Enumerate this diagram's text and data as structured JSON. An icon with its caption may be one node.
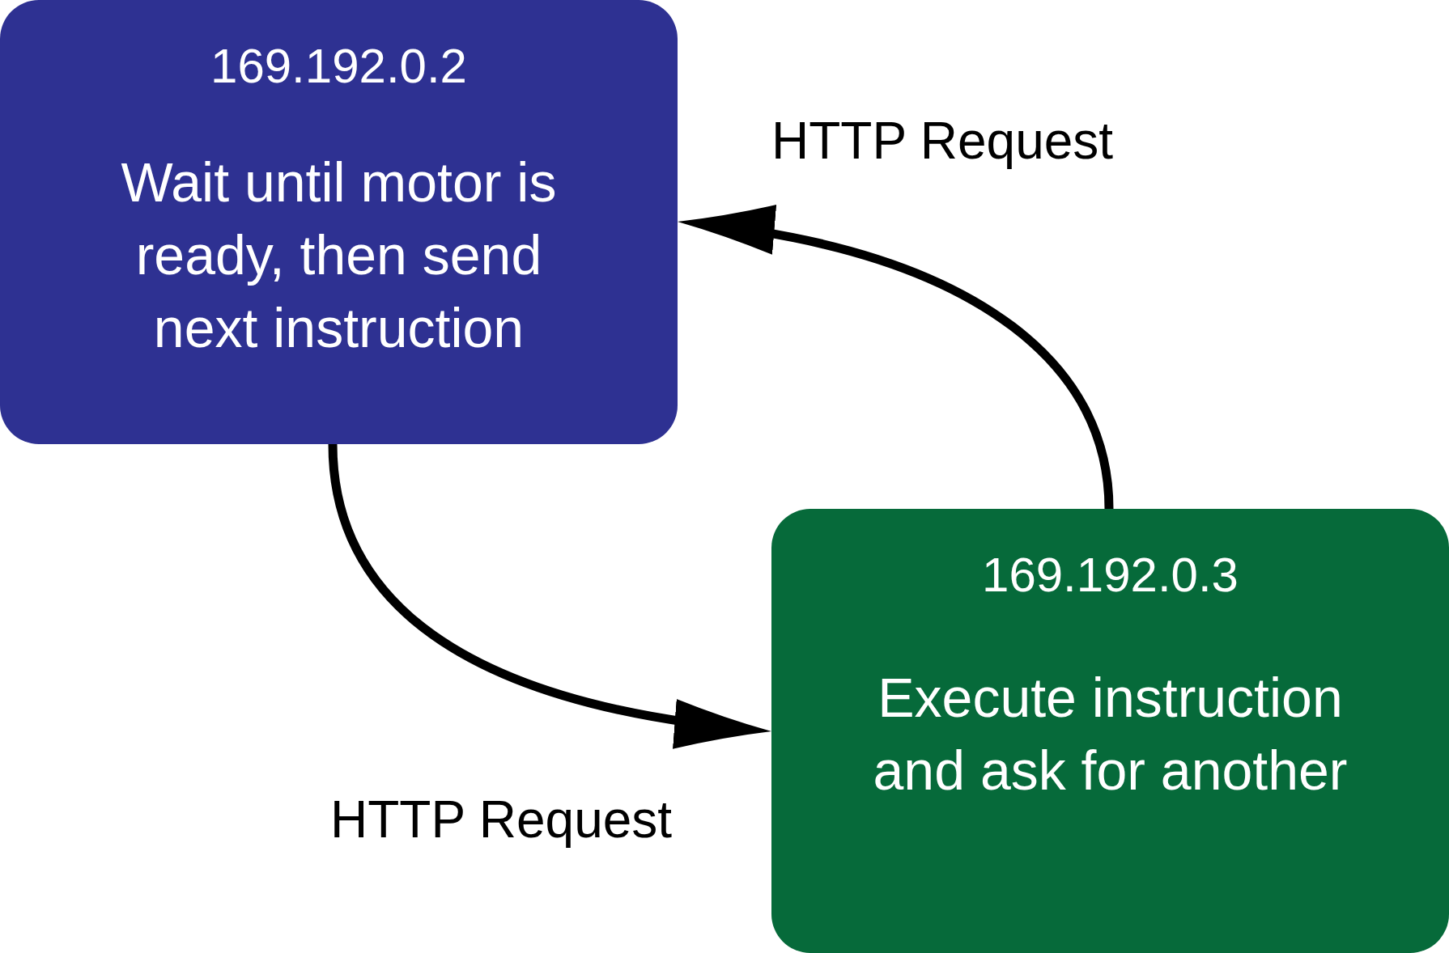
{
  "diagram": {
    "nodes": [
      {
        "text": [
          "169.192.0.2",
          "Wait until motor is ready, then send next instruction"
        ]
      },
      {
        "text": [
          "169.192.0.3",
          "Execute instruction and ask for another"
        ]
      }
    ],
    "edges": [
      {
        "from": 0,
        "to": 1,
        "arrow": "to",
        "label": "HTTP Request"
      },
      {
        "from": 1,
        "to": 0,
        "arrow": "to",
        "label": "HTTP Request"
      }
    ]
  }
}
